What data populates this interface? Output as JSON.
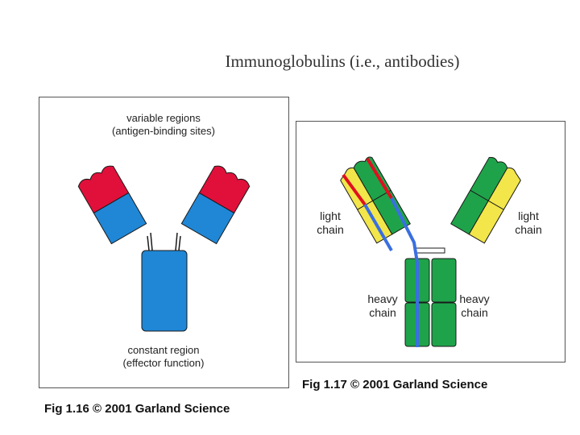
{
  "slide": {
    "title": "Immunoglobulins (i.e., antibodies)"
  },
  "fig16": {
    "label_variable_line1": "variable  regions",
    "label_variable_line2": "(antigen-binding  sites)",
    "label_constant_line1": "constant  region",
    "label_constant_line2": "(effector  function)",
    "caption": "Fig 1.16  © 2001 Garland Science",
    "colors": {
      "variable": "#e0103a",
      "constant": "#1f87d6",
      "outline": "#1a1a1a"
    }
  },
  "fig17": {
    "label_light_left_line1": "light",
    "label_light_left_line2": "chain",
    "label_light_right_line1": "light",
    "label_light_right_line2": "chain",
    "label_heavy_left_line1": "heavy",
    "label_heavy_left_line2": "chain",
    "label_heavy_right_line1": "heavy",
    "label_heavy_right_line2": "chain",
    "caption": "Fig 1.17  © 2001 Garland Science",
    "colors": {
      "light": "#f2e64a",
      "heavy": "#1fa34a",
      "red_line": "#e01020",
      "blue_line": "#3a6fe0"
    }
  }
}
